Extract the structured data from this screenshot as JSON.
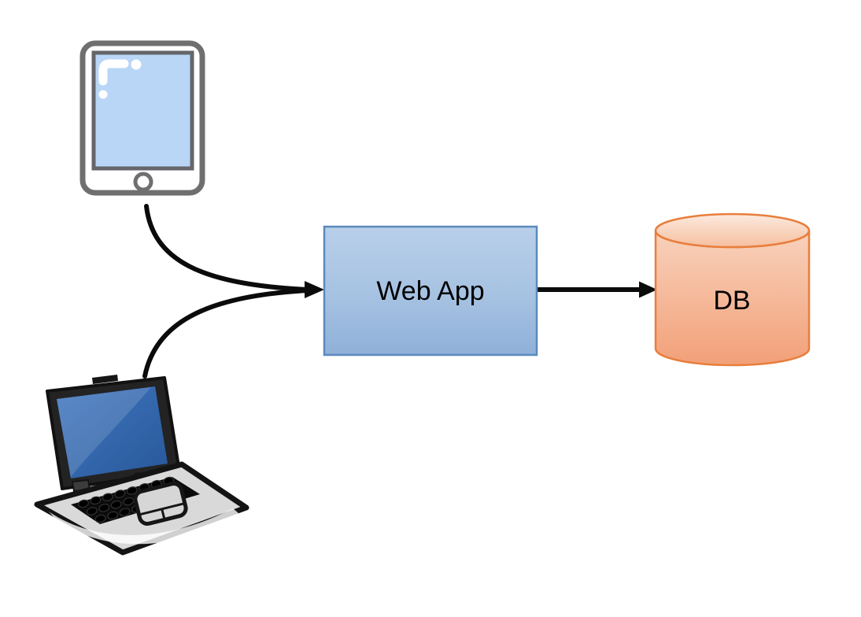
{
  "diagram": {
    "background_color": "#ffffff",
    "nodes": {
      "tablet": {
        "icon": "tablet-device-icon",
        "body_color": "#ffffff",
        "frame_color": "#6f6f6f",
        "screen_color": "#b9d6f7"
      },
      "laptop": {
        "icon": "laptop-device-icon",
        "screen_color": "#3366ad",
        "body_color": "#d9d9d9",
        "frame_color": "#1a1a1a"
      },
      "web_app": {
        "label": "Web App",
        "fill_top": "#b8cfe9",
        "fill_bottom": "#8fb0d9",
        "border_color": "#5a8abd",
        "text_color": "#000000"
      },
      "db": {
        "label": "DB",
        "fill_top": "#fceadf",
        "fill_bottom": "#f2a078",
        "border_color": "#e87e3c",
        "text_color": "#000000"
      }
    },
    "connectors": {
      "color": "#0b0b0b",
      "edges": [
        {
          "from": "tablet",
          "to": "web_app",
          "style": "curved-arrow"
        },
        {
          "from": "laptop",
          "to": "web_app",
          "style": "curved-arrow"
        },
        {
          "from": "web_app",
          "to": "db",
          "style": "straight-arrow"
        }
      ]
    }
  }
}
